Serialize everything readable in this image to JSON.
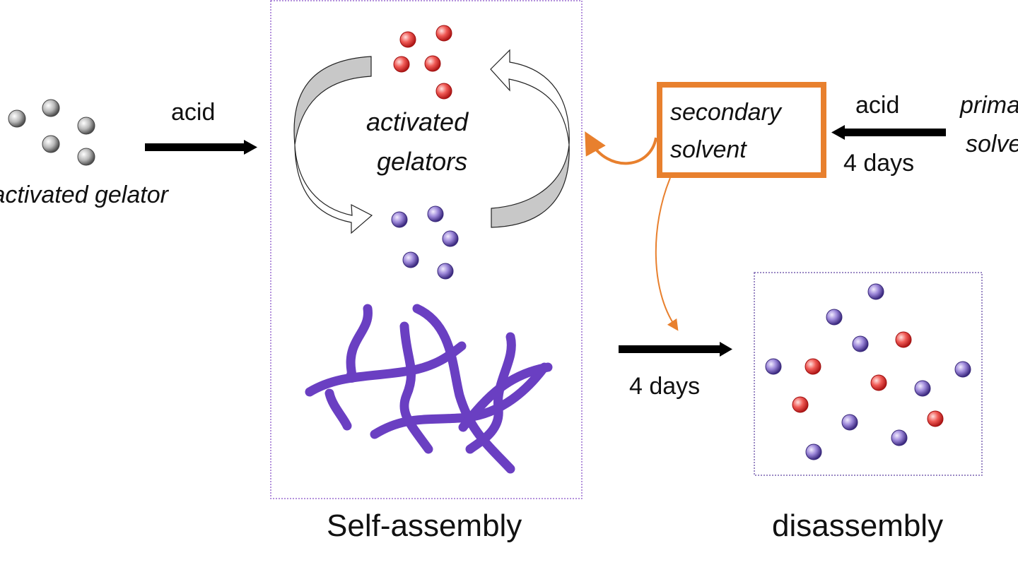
{
  "labels": {
    "inactivated_gelator": "inactivated gelator",
    "acid_left": "acid",
    "activated_gelators_line1": "activated",
    "activated_gelators_line2": "gelators",
    "secondary_solvent_line1": "secondary",
    "secondary_solvent_line2": "solvent",
    "acid_right": "acid",
    "days_right": "4 days",
    "primary_solvent_line1": "primary",
    "primary_solvent_line2": "solvent",
    "days_bottom": "4 days",
    "self_assembly": "Self-assembly",
    "disassembly": "disassembly"
  },
  "colors": {
    "gray_sphere": "#9a9a9a",
    "red_sphere": "#e8413f",
    "purple_sphere": "#7b62c4",
    "fiber": "#6a3fc2",
    "orange": "#e8802e",
    "box_border": "#9b6fd0"
  }
}
